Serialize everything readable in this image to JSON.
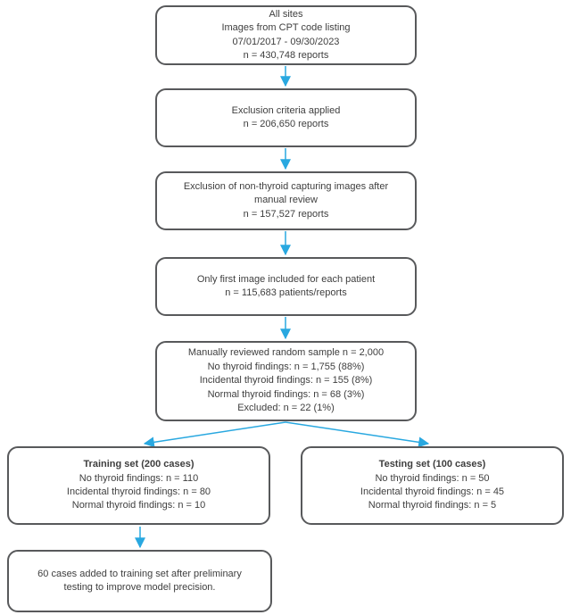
{
  "colors": {
    "arrow": "#29A8E0",
    "border": "#58595B",
    "text": "#3E3E3E",
    "background": "#FFFFFF"
  },
  "flowchart": {
    "boxes": {
      "all_sites": {
        "lines": [
          "All sites",
          "Images from CPT code listing",
          "07/01/2017 - 09/30/2023",
          "n = 430,748 reports"
        ]
      },
      "exclusion_criteria": {
        "lines": [
          "Exclusion criteria applied",
          "n = 206,650 reports"
        ]
      },
      "non_thyroid_exclusion": {
        "lines": [
          "Exclusion of non-thyroid capturing images after",
          "manual review",
          "n = 157,527 reports"
        ]
      },
      "first_image": {
        "lines": [
          "Only first image included for each patient",
          "n = 115,683 patients/reports"
        ]
      },
      "random_sample": {
        "lines": [
          "Manually reviewed random sample n = 2,000",
          "No thyroid findings: n = 1,755 (88%)",
          "Incidental thyroid findings: n = 155 (8%)",
          "Normal thyroid findings: n = 68 (3%)",
          "Excluded: n = 22 (1%)"
        ]
      },
      "training_set": {
        "title": "Training set (200 cases)",
        "lines": [
          "No thyroid findings: n = 110",
          "Incidental thyroid findings: n = 80",
          "Normal thyroid findings: n = 10"
        ]
      },
      "testing_set": {
        "title": "Testing set (100 cases)",
        "lines": [
          "No thyroid findings: n = 50",
          "Incidental thyroid findings: n = 45",
          "Normal thyroid findings: n = 5"
        ]
      },
      "added_cases": {
        "lines": [
          "60 cases added to training set after preliminary",
          "testing to improve model precision."
        ]
      }
    }
  }
}
